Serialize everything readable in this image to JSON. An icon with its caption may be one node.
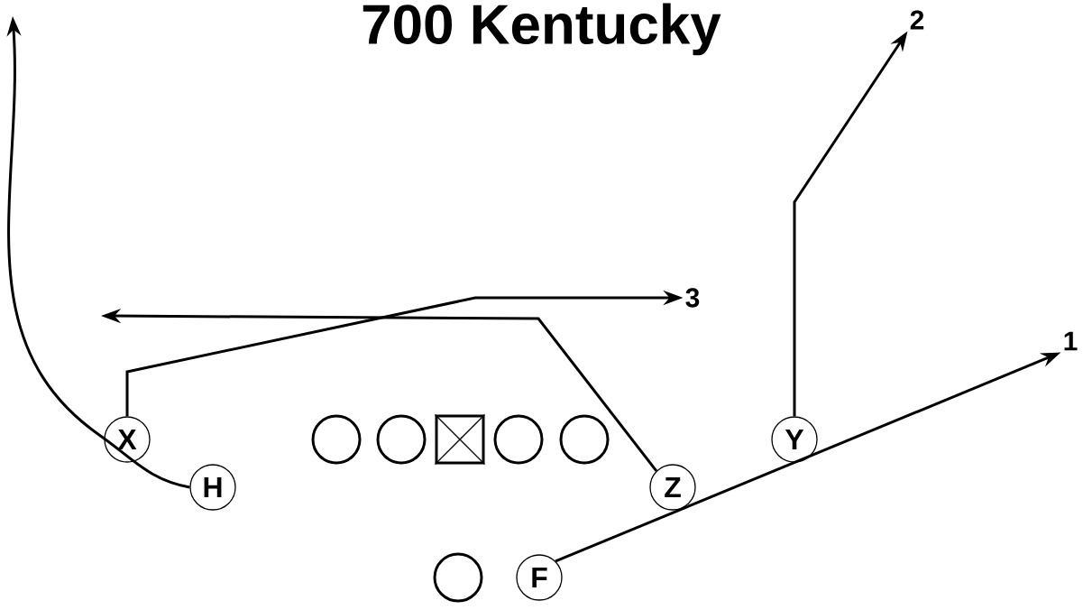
{
  "diagram": {
    "title": "700 Kentucky",
    "nodes": [
      {
        "text": [
          "2"
        ]
      },
      {
        "text": [
          "3"
        ]
      },
      {
        "text": [
          "1"
        ]
      },
      {
        "text": [
          "X"
        ]
      },
      {
        "text": [],
        "shape": "circle"
      },
      {
        "text": [],
        "shape": "circle"
      },
      {
        "text": [],
        "shape": "box"
      },
      {
        "text": [],
        "shape": "circle"
      },
      {
        "text": [],
        "shape": "circle"
      },
      {
        "text": [
          "Y"
        ]
      },
      {
        "text": [
          "H"
        ]
      },
      {
        "text": [
          "Z"
        ]
      },
      {
        "text": [],
        "shape": "circle"
      },
      {
        "text": [
          "F"
        ]
      }
    ],
    "edges": [
      {
        "from": 10,
        "to": null,
        "arrow": "to"
      },
      {
        "from": 3,
        "to": 1,
        "arrow": "to"
      },
      {
        "from": 11,
        "to": null,
        "arrow": "to"
      },
      {
        "from": 9,
        "to": 0,
        "arrow": "to"
      },
      {
        "from": 13,
        "to": 2,
        "arrow": "to"
      }
    ]
  }
}
